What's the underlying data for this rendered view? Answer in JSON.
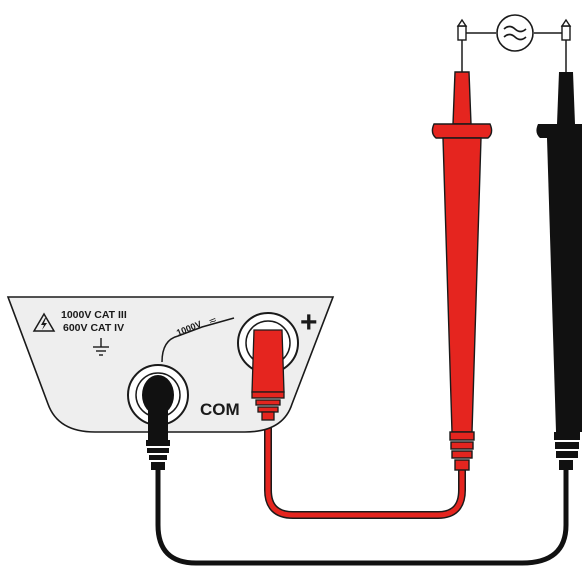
{
  "panel": {
    "rating_line1": "1000V CAT III",
    "rating_line2": "600V CAT IV",
    "arc_label": "1000V",
    "com_label": "COM",
    "plus_label": "+"
  },
  "colors": {
    "red_lead": "#e5251f",
    "black_lead": "#111111",
    "panel_fill": "#eeeeee",
    "outline": "#1a1a1a"
  },
  "icons": {
    "warning": "warning-triangle-icon",
    "ground": "ground-icon",
    "ac": "ac-wave-icon"
  }
}
